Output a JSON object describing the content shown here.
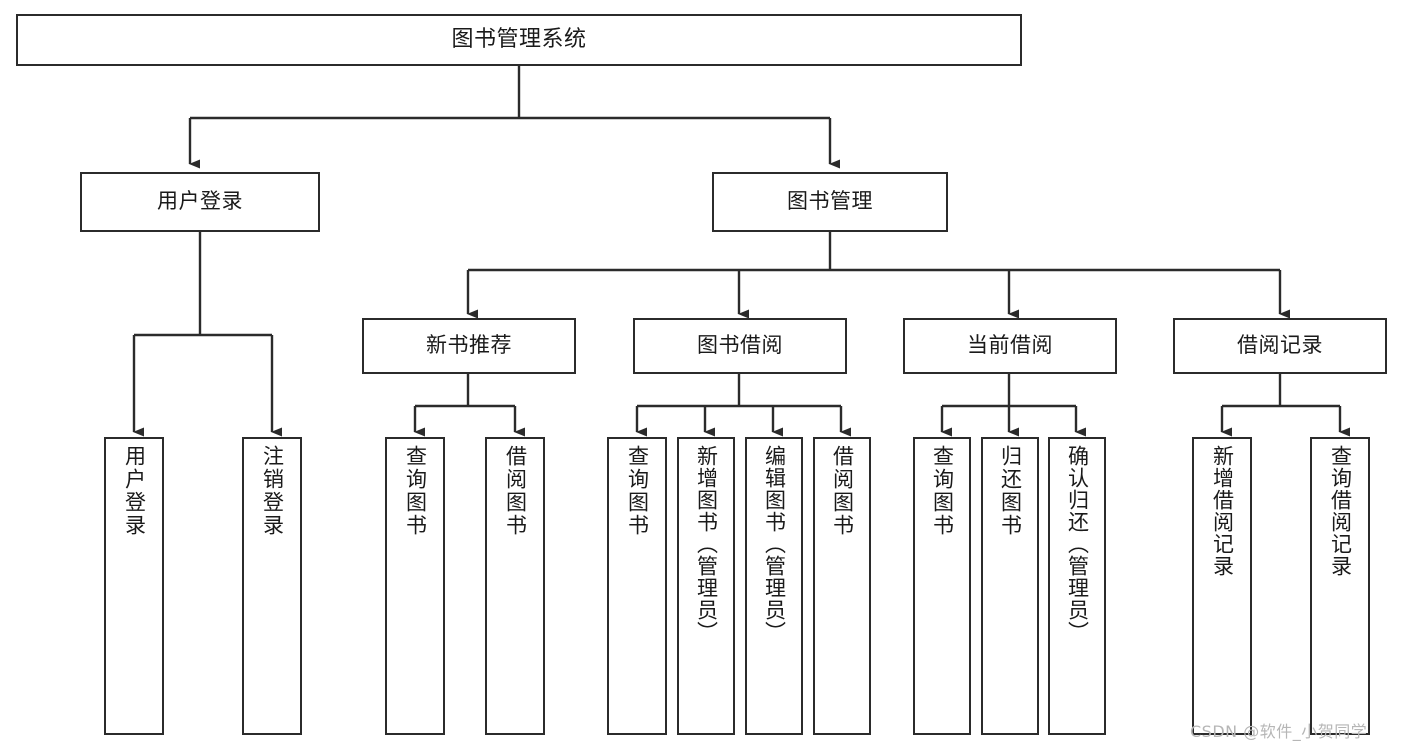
{
  "diagram": {
    "type": "tree",
    "title": "图书管理系统",
    "orientation": "top-down",
    "levels": 4
  },
  "root": {
    "label": "图书管理系统"
  },
  "level2": [
    {
      "label": "用户登录"
    },
    {
      "label": "图书管理"
    }
  ],
  "level3": [
    {
      "label": "新书推荐"
    },
    {
      "label": "图书借阅"
    },
    {
      "label": "当前借阅"
    },
    {
      "label": "借阅记录"
    }
  ],
  "leaves": {
    "user_login": [
      {
        "label": "用户登录"
      },
      {
        "label": "注销登录"
      }
    ],
    "new_book_recommend": [
      {
        "label": "查询图书"
      },
      {
        "label": "借阅图书"
      }
    ],
    "book_borrow": [
      {
        "label": "查询图书"
      },
      {
        "label": "新增图书（管理员）"
      },
      {
        "label": "编辑图书（管理员）"
      },
      {
        "label": "借阅图书"
      }
    ],
    "current_borrow": [
      {
        "label": "查询图书"
      },
      {
        "label": "归还图书"
      },
      {
        "label": "确认归还（管理员）"
      }
    ],
    "borrow_record": [
      {
        "label": "新增借阅记录"
      },
      {
        "label": "查询借阅记录"
      }
    ]
  },
  "watermark": {
    "text": "CSDN @软件_小贺同学"
  },
  "colors": {
    "border": "#2b2b2b",
    "text": "#1a1a1a",
    "background": "#ffffff",
    "watermark": "#b6b6b6"
  }
}
